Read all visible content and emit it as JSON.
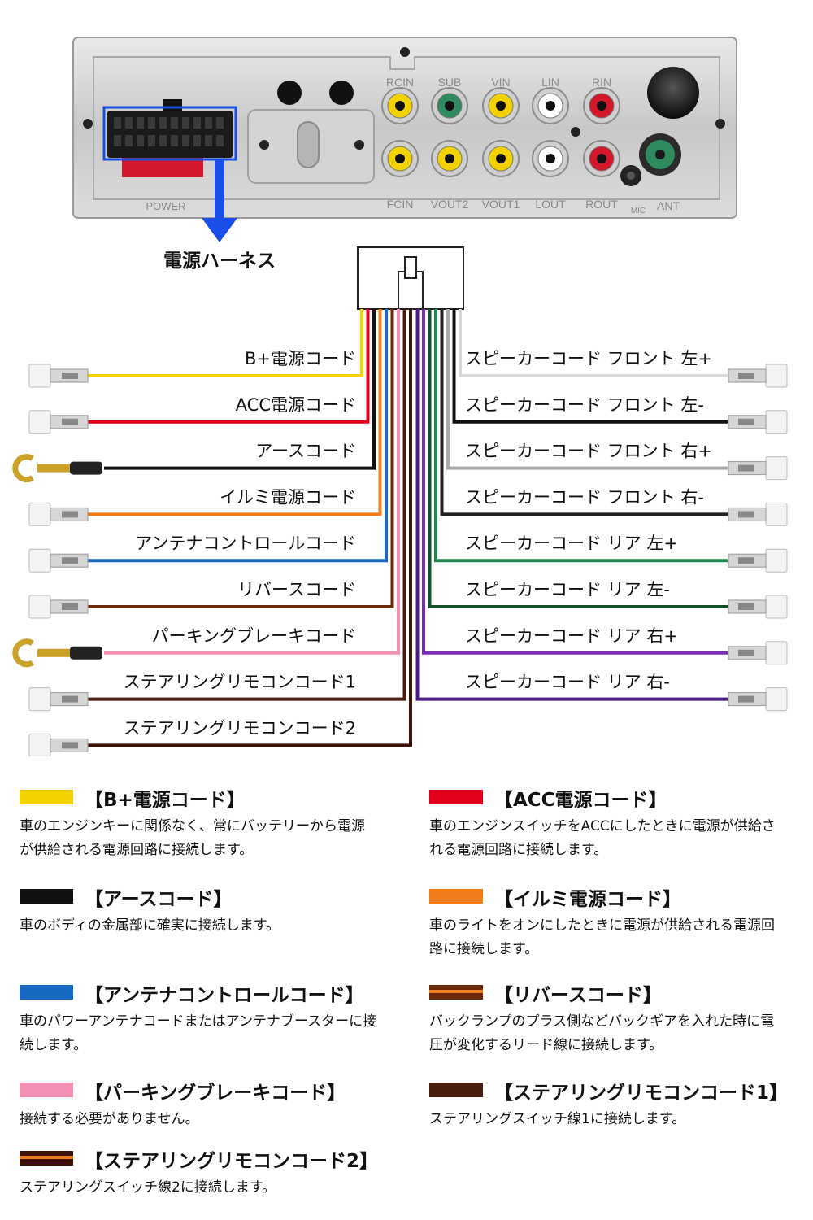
{
  "unit": {
    "port_labels_top": [
      "RCIN",
      "SUB",
      "VIN",
      "LIN",
      "RIN"
    ],
    "port_labels_bottom": [
      "FCIN",
      "VOUT2",
      "VOUT1",
      "LOUT",
      "ROUT"
    ],
    "power_label": "POWER",
    "mic_label": "MIC",
    "ant_label": "ANT"
  },
  "harness_label": "電源ハーネス",
  "left_wires": [
    {
      "label": "B+電源コード",
      "color": "#f2d200",
      "terminal": "spade"
    },
    {
      "label": "ACC電源コード",
      "color": "#e0001b",
      "terminal": "spade"
    },
    {
      "label": "アースコード",
      "color": "#111111",
      "terminal": "fork"
    },
    {
      "label": "イルミ電源コード",
      "color": "#f07d1a",
      "terminal": "spade"
    },
    {
      "label": "アンテナコントロールコード",
      "color": "#1769c2",
      "terminal": "spade"
    },
    {
      "label": "リバースコード",
      "color": "#6b2a0c",
      "terminal": "spade"
    },
    {
      "label": "パーキングブレーキコード",
      "color": "#f48fb5",
      "terminal": "fork"
    },
    {
      "label": "ステアリングリモコンコード1",
      "color": "#4a1c10",
      "terminal": "spade"
    },
    {
      "label": "ステアリングリモコンコード2",
      "color": "#3b1208",
      "terminal": "spade"
    }
  ],
  "right_wires": [
    {
      "label": "スピーカーコード フロント 左+",
      "color": "#d8d8d8"
    },
    {
      "label": "スピーカーコード フロント 左-",
      "color": "#111111"
    },
    {
      "label": "スピーカーコード フロント 右+",
      "color": "#aaaaaa"
    },
    {
      "label": "スピーカーコード フロント 右-",
      "color": "#222222"
    },
    {
      "label": "スピーカーコード リア 左+",
      "color": "#1f8a4c"
    },
    {
      "label": "スピーカーコード リア 左-",
      "color": "#14502c"
    },
    {
      "label": "スピーカーコード リア 右+",
      "color": "#7b2cb4"
    },
    {
      "label": "スピーカーコード リア 右-",
      "color": "#4a1a86"
    }
  ],
  "legend": [
    {
      "title": "【B+電源コード】",
      "desc": "車のエンジンキーに関係なく、常にバッテリーから電源が供給される電源回路に接続します。",
      "color": "#f2d200"
    },
    {
      "title": "【ACC電源コード】",
      "desc": "車のエンジンスイッチをACCにしたときに電源が供給される電源回路に接続します。",
      "color": "#e0001b"
    },
    {
      "title": "【アースコード】",
      "desc": "車のボディの金属部に確実に接続します。",
      "color": "#111111"
    },
    {
      "title": "【イルミ電源コード】",
      "desc": "車のライトをオンにしたときに電源が供給される電源回路に接続します。",
      "color": "#f07d1a"
    },
    {
      "title": "【アンテナコントロールコード】",
      "desc": "車のパワーアンテナコードまたはアンテナブースターに接続します。",
      "color": "#1769c2"
    },
    {
      "title": "【リバースコード】",
      "desc": "バックランプのプラス側などバックギアを入れた時に電圧が変化するリード線に接続します。",
      "color": "#6b2a0c",
      "stripe": "#f07d1a"
    },
    {
      "title": "【パーキングブレーキコード】",
      "desc": "接続する必要がありません。",
      "color": "#f48fb5"
    },
    {
      "title": "【ステアリングリモコンコード1】",
      "desc": "ステアリングスイッチ線1に接続します。",
      "color": "#4a1c10"
    },
    {
      "title": "【ステアリングリモコンコード2】",
      "desc": "ステアリングスイッチ線2に接続します。",
      "color": "#3b1208",
      "stripe": "#f07d1a"
    }
  ]
}
